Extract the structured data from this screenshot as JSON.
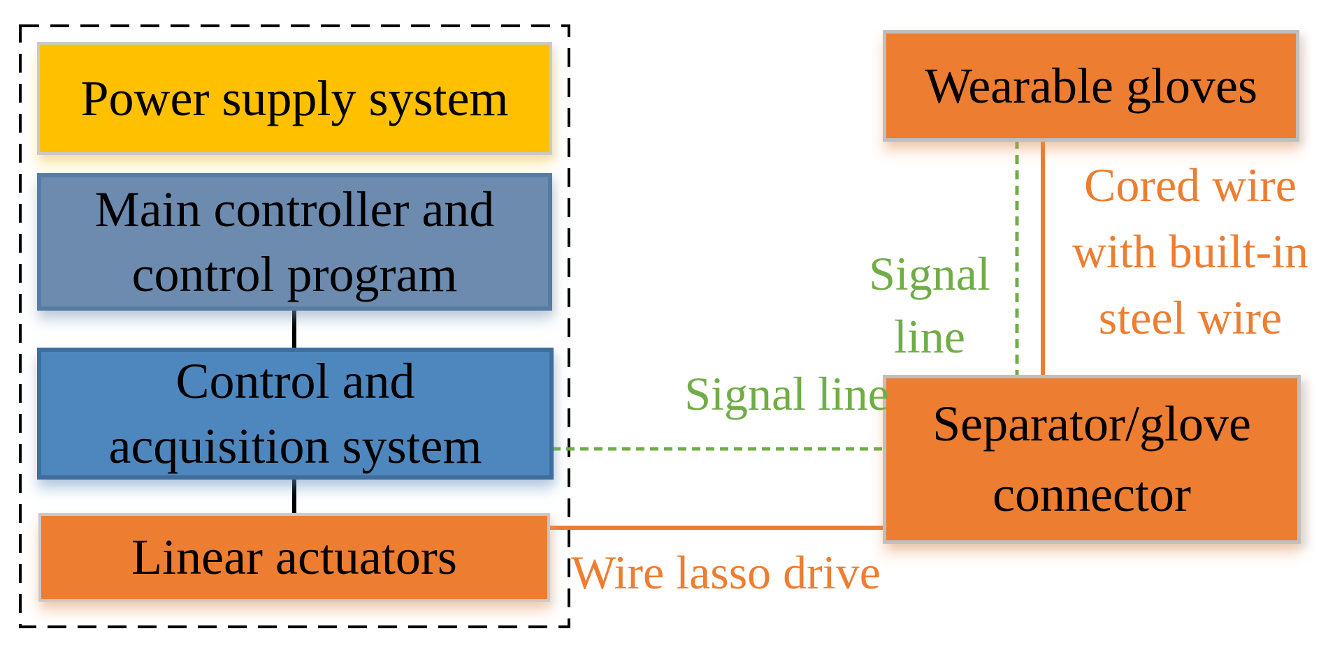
{
  "diagram": {
    "left_group": {
      "frame_style": "black-dashed-rectangle",
      "boxes": [
        {
          "id": "power-supply-system",
          "label": "Power supply system",
          "fill": "#FFC000",
          "border": "#C9C9C9",
          "text_color": "#000000"
        },
        {
          "id": "main-controller",
          "label": "Main controller and\ncontrol program",
          "fill": "#6C8BAE",
          "border": "#567CA6",
          "text_color": "#000000"
        },
        {
          "id": "control-acquisition-system",
          "label": "Control and\nacquisition system",
          "fill": "#4E87BD",
          "border": "#3E6D9E",
          "text_color": "#000000"
        },
        {
          "id": "linear-actuators",
          "label": "Linear actuators",
          "fill": "#ED7D31",
          "border": "#C9C9C9",
          "text_color": "#000000"
        }
      ]
    },
    "right_group": {
      "boxes": [
        {
          "id": "wearable-gloves",
          "label": "Wearable gloves",
          "fill": "#ED7D31",
          "border": "#BFBFBF",
          "text_color": "#000000"
        },
        {
          "id": "separator-glove-connector",
          "label": "Separator/glove\nconnector",
          "fill": "#ED7D31",
          "border": "#BFBFBF",
          "text_color": "#000000"
        }
      ]
    },
    "connections": [
      {
        "id": "signal-line-gloves-connector",
        "label": "Signal\nline",
        "color": "#70AD47",
        "style": "dashed",
        "from": "wearable-gloves",
        "to": "separator-glove-connector"
      },
      {
        "id": "cored-wire-gloves-connector",
        "label": "Cored wire\nwith built-in\nsteel wire",
        "color": "#ED7D31",
        "style": "solid",
        "from": "wearable-gloves",
        "to": "separator-glove-connector"
      },
      {
        "id": "signal-line-acquisition-connector",
        "label": "Signal line",
        "color": "#70AD47",
        "style": "dashed",
        "from": "control-acquisition-system",
        "to": "separator-glove-connector"
      },
      {
        "id": "wire-lasso-drive",
        "label": "Wire lasso drive",
        "color": "#ED7D31",
        "style": "solid",
        "from": "linear-actuators",
        "to": "separator-glove-connector"
      },
      {
        "id": "controller-to-acquisition",
        "label": "",
        "color": "#000000",
        "style": "solid",
        "from": "main-controller",
        "to": "control-acquisition-system"
      },
      {
        "id": "acquisition-to-actuators",
        "label": "",
        "color": "#000000",
        "style": "solid",
        "from": "control-acquisition-system",
        "to": "linear-actuators"
      }
    ]
  }
}
